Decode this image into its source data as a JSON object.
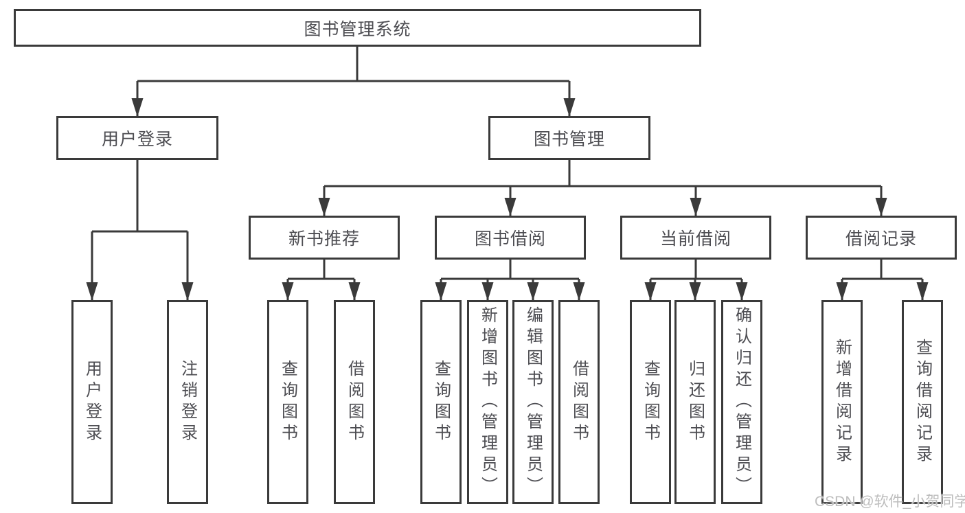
{
  "diagram": {
    "title": "图书管理系统",
    "colors": {
      "line": "#3a3a3a",
      "box_border": "#3a3a3a",
      "text": "#4d4d52",
      "background": "#ffffff",
      "watermark": "#bdbdbd"
    },
    "tree": {
      "root": {
        "label": "图书管理系统"
      },
      "level1": {
        "login": {
          "label": "用户登录"
        },
        "mgmt": {
          "label": "图书管理"
        }
      },
      "level2": {
        "newbook": {
          "label": "新书推荐"
        },
        "borrow": {
          "label": "图书借阅"
        },
        "current": {
          "label": "当前借阅"
        },
        "records": {
          "label": "借阅记录"
        }
      },
      "leaves": {
        "login_user": {
          "label": "用户登录"
        },
        "login_logout": {
          "label": "注销登录"
        },
        "newbook_query": {
          "label": "查询图书"
        },
        "newbook_borrow": {
          "label": "借阅图书"
        },
        "borrow_query": {
          "label": "查询图书"
        },
        "borrow_add": {
          "label": "新增图书（管理员）"
        },
        "borrow_edit": {
          "label": "编辑图书（管理员）"
        },
        "borrow_lend": {
          "label": "借阅图书"
        },
        "current_query": {
          "label": "查询图书"
        },
        "current_return": {
          "label": "归还图书"
        },
        "current_confirm": {
          "label": "确认归还（管理员）"
        },
        "records_add": {
          "label": "新增借阅记录"
        },
        "records_query": {
          "label": "查询借阅记录"
        }
      },
      "hierarchy": {
        "图书管理系统": [
          "用户登录",
          "图书管理"
        ],
        "用户登录": [
          "用户登录",
          "注销登录"
        ],
        "图书管理": [
          "新书推荐",
          "图书借阅",
          "当前借阅",
          "借阅记录"
        ],
        "新书推荐": [
          "查询图书",
          "借阅图书"
        ],
        "图书借阅": [
          "查询图书",
          "新增图书（管理员）",
          "编辑图书（管理员）",
          "借阅图书"
        ],
        "当前借阅": [
          "查询图书",
          "归还图书",
          "确认归还（管理员）"
        ],
        "借阅记录": [
          "新增借阅记录",
          "查询借阅记录"
        ]
      }
    },
    "watermark": {
      "text": "CSDN @软件_小贺同学"
    }
  }
}
